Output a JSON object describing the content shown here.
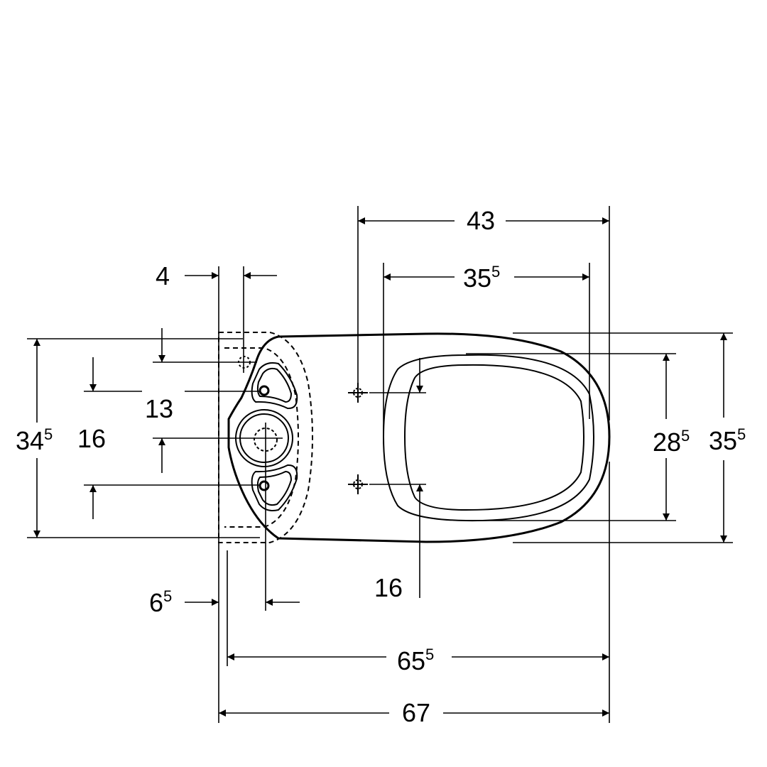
{
  "colors": {
    "line": "#000000",
    "background": "#ffffff"
  },
  "dimensions": {
    "d43": {
      "main": "43",
      "sup": ""
    },
    "d35_top": {
      "main": "35",
      "sup": "5"
    },
    "d4": {
      "main": "4",
      "sup": ""
    },
    "d13": {
      "main": "13",
      "sup": ""
    },
    "d16_left": {
      "main": "16",
      "sup": ""
    },
    "d34": {
      "main": "34",
      "sup": "5"
    },
    "d28": {
      "main": "28",
      "sup": "5"
    },
    "d35_right": {
      "main": "35",
      "sup": "5"
    },
    "d16_bottom": {
      "main": "16",
      "sup": ""
    },
    "d6": {
      "main": "6",
      "sup": "5"
    },
    "d65": {
      "main": "65",
      "sup": "5"
    },
    "d67": {
      "main": "67",
      "sup": ""
    }
  }
}
